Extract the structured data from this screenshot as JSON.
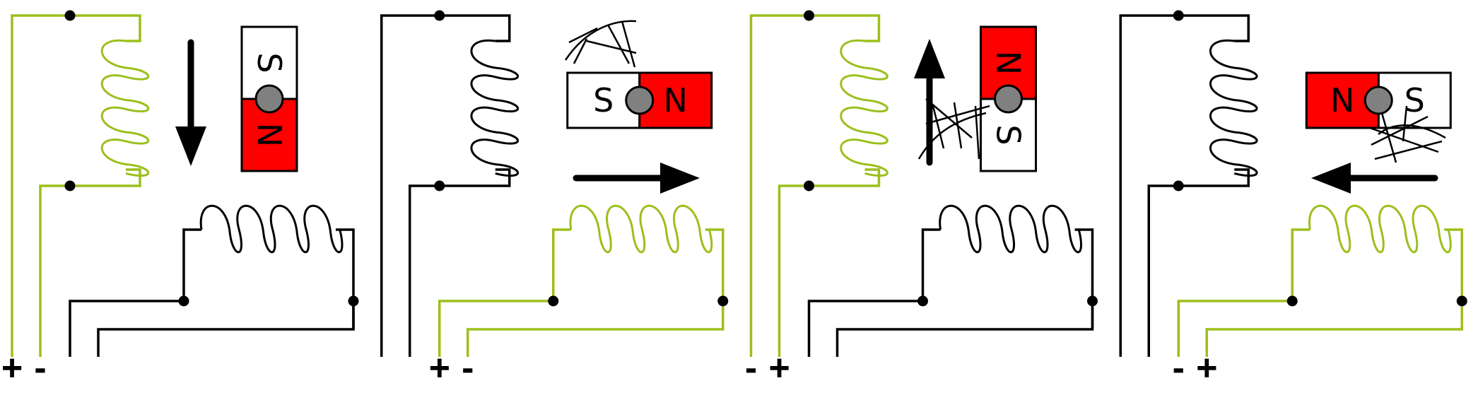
{
  "colors": {
    "active": "#9cbf1c",
    "idle": "#000000",
    "magnet_north": "#ff0000",
    "magnet_south": "#ffffff",
    "pivot": "#808080"
  },
  "panels": [
    {
      "vertical_coil": "active",
      "horizontal_coil": "idle",
      "north_direction": "down",
      "motion_arrow": "down",
      "terminals_vertical": [
        "+",
        "-"
      ],
      "terminals_horizontal": [
        "",
        ""
      ]
    },
    {
      "vertical_coil": "idle",
      "horizontal_coil": "active",
      "north_direction": "right",
      "motion_arrow": "right",
      "terminals_vertical": [
        "",
        ""
      ],
      "terminals_horizontal": [
        "+",
        "-"
      ]
    },
    {
      "vertical_coil": "active",
      "horizontal_coil": "idle",
      "north_direction": "up",
      "motion_arrow": "up",
      "terminals_vertical": [
        "-",
        "+"
      ],
      "terminals_horizontal": [
        "",
        ""
      ]
    },
    {
      "vertical_coil": "idle",
      "horizontal_coil": "active",
      "north_direction": "left",
      "motion_arrow": "left",
      "terminals_vertical": [
        "",
        ""
      ],
      "terminals_horizontal": [
        "-",
        "+"
      ]
    }
  ],
  "magnet_labels": {
    "north": "N",
    "south": "S"
  }
}
